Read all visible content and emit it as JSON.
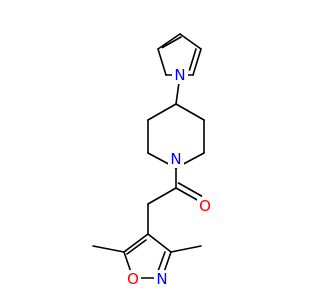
{
  "atoms": {
    "n_pyrrole": {
      "text": "N",
      "color": "#0000ff"
    },
    "n_piperidine": {
      "text": "N",
      "color": "#0000ff"
    },
    "o_carbonyl": {
      "text": "O",
      "color": "#ff0000"
    },
    "o_isoxazole": {
      "text": "O",
      "color": "#ff0000"
    },
    "n_isoxazole": {
      "text": "N",
      "color": "#0000ff"
    }
  },
  "colors": {
    "bond": "#000000",
    "background": "#ffffff"
  }
}
